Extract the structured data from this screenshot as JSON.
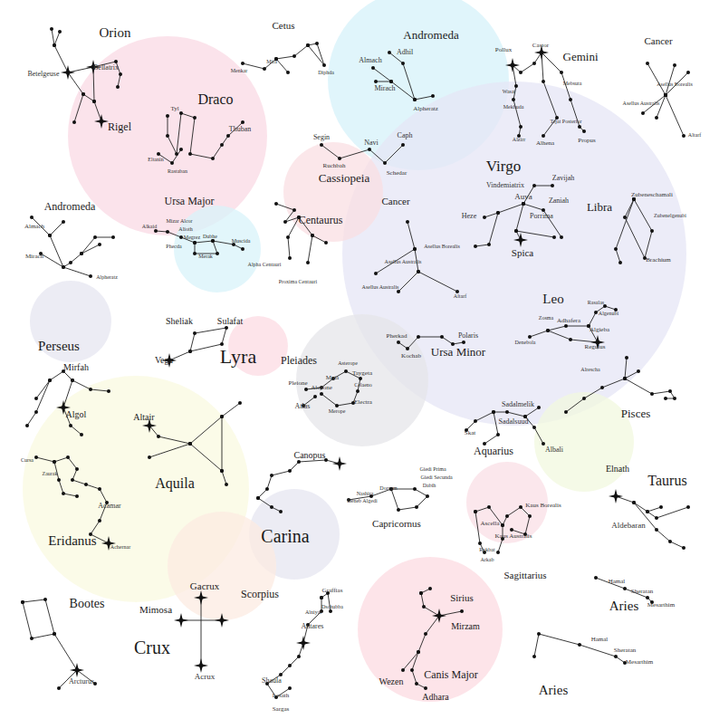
{
  "diagram": {
    "labels": [
      "Orion",
      "Bellatrix",
      "Betelgeuse",
      "Rigel",
      "Cetus",
      "Menkar",
      "Mira",
      "Diphda",
      "Andromeda",
      "Adhil",
      "Almach",
      "Mirach",
      "Alpheratz",
      "Gemini",
      "Pollux",
      "Castor",
      "Wasat",
      "Mebsuta",
      "Mekbuda",
      "Tejat Posterior",
      "Alzirr",
      "Alhena",
      "Propus",
      "Cancer",
      "Asellus Borealis",
      "Asellus Australis",
      "Altarf",
      "Draco",
      "Tyl",
      "Thuban",
      "Eltanin",
      "Rastaban",
      "Segin",
      "Navi",
      "Caph",
      "Ruchbah",
      "Schedar",
      "Cassiopeia",
      "Virgo",
      "Zavijah",
      "Vindemiatrix",
      "Auva",
      "Zaniah",
      "Heze",
      "Porrima",
      "Spica",
      "Libra",
      "Zubeneschamali",
      "Zubenelgenubi",
      "Brachium",
      "Andromeda",
      "Almach",
      "Mirach",
      "Alpheratz",
      "Ursa Major",
      "Alkaid",
      "Mizar Alcor",
      "Alioth",
      "Megrez",
      "Dubhe",
      "Phecda",
      "Merak",
      "Muscida",
      "Centaurus",
      "Alpha Centauri",
      "Proxima Centauri",
      "Cancer",
      "Asellus Borealis",
      "Asellus Australis",
      "Asellus Australis",
      "Altarf",
      "Leo",
      "Rasalas",
      "Algenubi",
      "Zosma",
      "Adhafera",
      "Algieba",
      "Denebola",
      "Regulus",
      "Perseus",
      "Sheliak",
      "Sulafat",
      "Vega",
      "Lyra",
      "Pleiades",
      "Asterope",
      "Maia",
      "Taygeta",
      "Pleione",
      "Alcyone",
      "Celaeno",
      "Atlas",
      "Merope",
      "Electra",
      "Pherkad",
      "Polaris",
      "Ursa Minor",
      "Kochab",
      "Mirfah",
      "Algol",
      "Altair",
      "Aquila",
      "Cursa",
      "Zaurak",
      "Acamar",
      "Eridanus",
      "Achernar",
      "Sadalmelik",
      "Sadalsuud",
      "Skat",
      "Aquarius",
      "Albali",
      "Alrescha",
      "Pisces",
      "Canopus",
      "Giedi Prima",
      "Giedi Secunda",
      "Dabih",
      "Nashira",
      "Dorsum",
      "Deneb Algedi",
      "Capricornus",
      "Elnath",
      "Taurus",
      "Aldebaran",
      "Kaus Borealis",
      "Ascella",
      "Kaus Australis",
      "Rukbat",
      "Arkab",
      "Sagittarius",
      "Carina",
      "Gacrux",
      "Mimosa",
      "Crux",
      "Acrux",
      "Scorpius",
      "Graffias",
      "Dschubba",
      "Alniyat",
      "Antares",
      "Shaula",
      "Lesath",
      "Sargas",
      "Bootes",
      "Arcturus",
      "Sirius",
      "Mirzam",
      "Wezen",
      "Canis Major",
      "Adhara",
      "Hamal",
      "Sheratan",
      "Mesarthim",
      "Aries",
      "Hamal",
      "Sheratan",
      "Mesarthim",
      "Aries"
    ]
  }
}
